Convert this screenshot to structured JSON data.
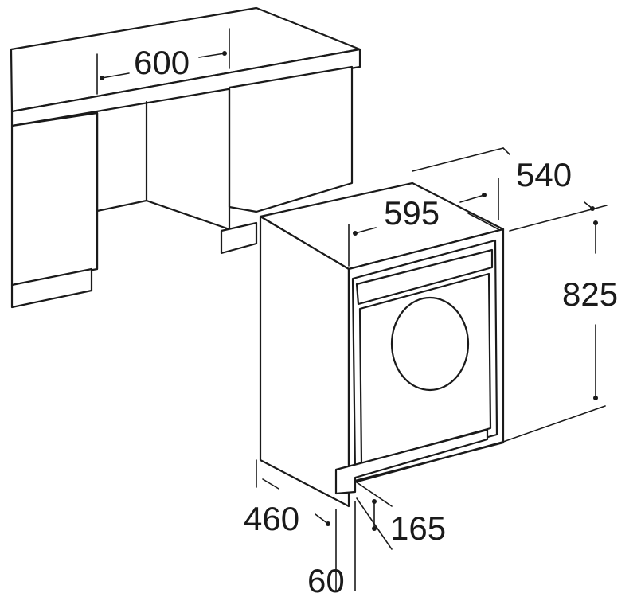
{
  "dimensions": {
    "counter_width": "600",
    "depth": "540",
    "machine_width": "595",
    "height": "825",
    "side_depth": "460",
    "plinth_height": "165",
    "plinth_depth": "60"
  },
  "colors": {
    "line": "#1a1a1a",
    "background": "#ffffff"
  }
}
